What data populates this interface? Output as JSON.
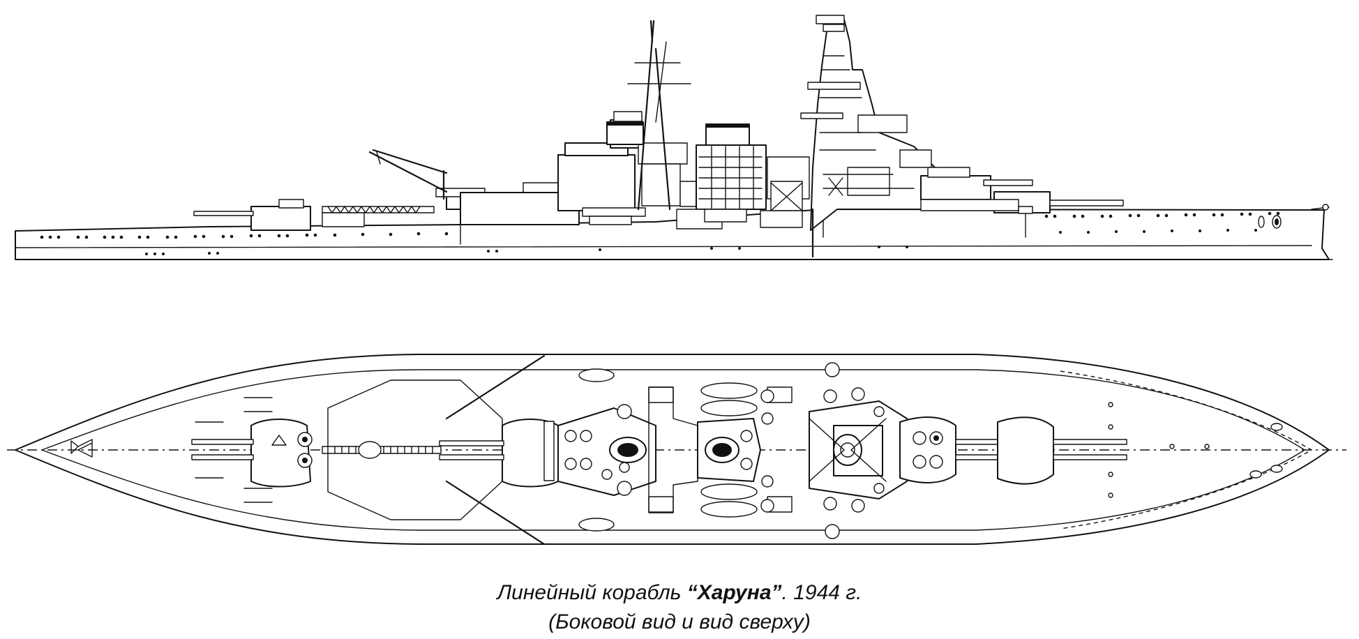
{
  "caption": {
    "prefix": "Линейный корабль ",
    "ship_name": "“Харуна”",
    "suffix": ". 1944 г.",
    "subtitle": "(Боковой вид и вид сверху)"
  }
}
